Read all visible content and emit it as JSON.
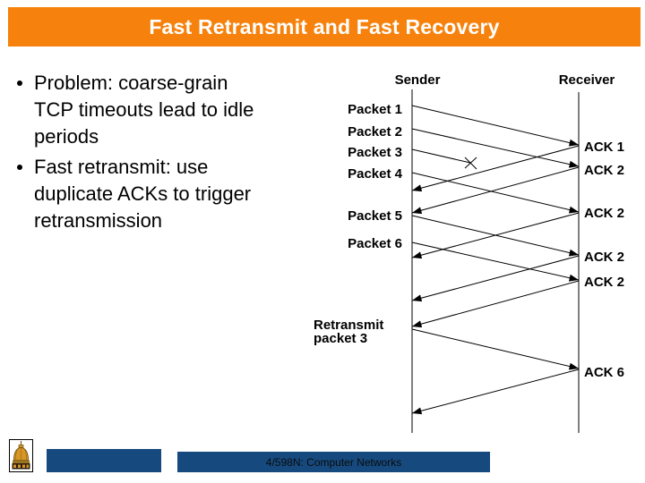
{
  "slide": {
    "title": "Fast Retransmit and Fast Recovery",
    "bullets": [
      {
        "text": "Problem: coarse-grain\nTCP timeouts lead to idle\nperiods"
      },
      {
        "text": "Fast retransmit: use\nduplicate ACKs to trigger\nretransmission"
      }
    ]
  },
  "diagram": {
    "sender_label": "Sender",
    "receiver_label": "Receiver",
    "packet_labels": [
      "Packet 1",
      "Packet 2",
      "Packet 3",
      "Packet 4",
      "Packet 5",
      "Packet 6"
    ],
    "ack_labels": [
      "ACK 1",
      "ACK 2",
      "ACK 2",
      "ACK 2",
      "ACK 2",
      "ACK 6"
    ],
    "retransmit_label": "Retransmit\npacket 3",
    "loss_marker": "X on Packet 3 path (packet lost)"
  },
  "footer": {
    "course_label": "4/598N: Computer Networks"
  },
  "colors": {
    "title_bar_orange": "#F6820D",
    "footer_bar_navy": "#164A7F"
  }
}
